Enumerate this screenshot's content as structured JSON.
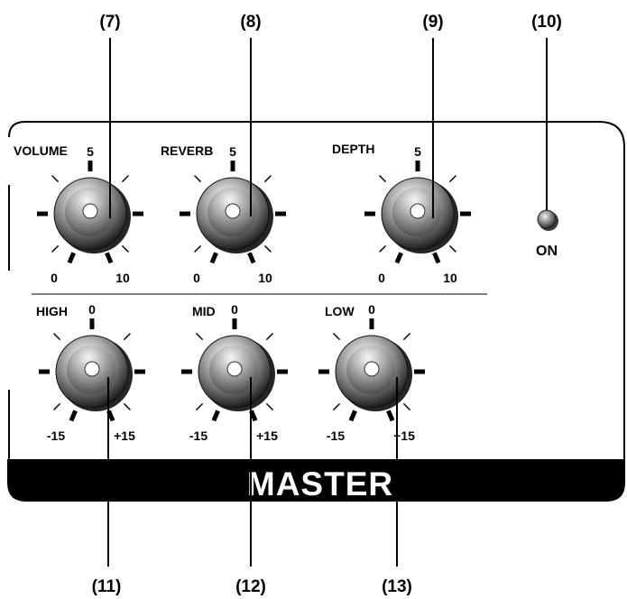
{
  "callouts": {
    "c7": "(7)",
    "c8": "(8)",
    "c9": "(9)",
    "c10": "(10)",
    "c11": "(11)",
    "c12": "(12)",
    "c13": "(13)"
  },
  "panel": {
    "title": "MASTER",
    "led_label": "ON"
  },
  "knobs": [
    {
      "name": "VOLUME",
      "min": "0",
      "mid": "5",
      "max": "10"
    },
    {
      "name": "REVERB",
      "min": "0",
      "mid": "5",
      "max": "10"
    },
    {
      "name": "DEPTH",
      "min": "0",
      "mid": "5",
      "max": "10"
    },
    {
      "name": "HIGH",
      "min": "-15",
      "mid": "0",
      "max": "+15"
    },
    {
      "name": "MID",
      "min": "-15",
      "mid": "0",
      "max": "+15"
    },
    {
      "name": "LOW",
      "min": "-15",
      "mid": "0",
      "max": "+15"
    }
  ],
  "colors": {
    "outline": "#000000",
    "title_bar": "#000000",
    "title_text": "#ffffff"
  }
}
